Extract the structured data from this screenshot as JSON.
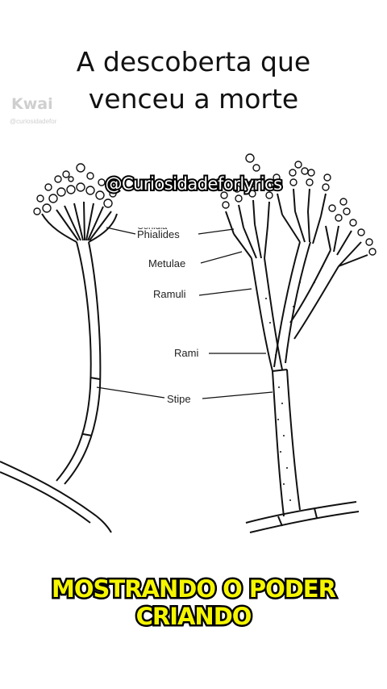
{
  "title": {
    "line1": "A descoberta que",
    "line2": "venceu a morte"
  },
  "watermark": {
    "logo": "Kwai",
    "handle": "@curiosidadefor"
  },
  "overlay_handle": "@Curiosidadeforlyrics",
  "diagram": {
    "labels": {
      "conidia": "Conidia",
      "phialides": "Phialides",
      "metulae": "Metulae",
      "ramuli": "Ramuli",
      "rami": "Rami",
      "stipe": "Stipe"
    }
  },
  "caption": {
    "line1": "MOSTRANDO O PODER",
    "line2": "CRIANDO"
  }
}
